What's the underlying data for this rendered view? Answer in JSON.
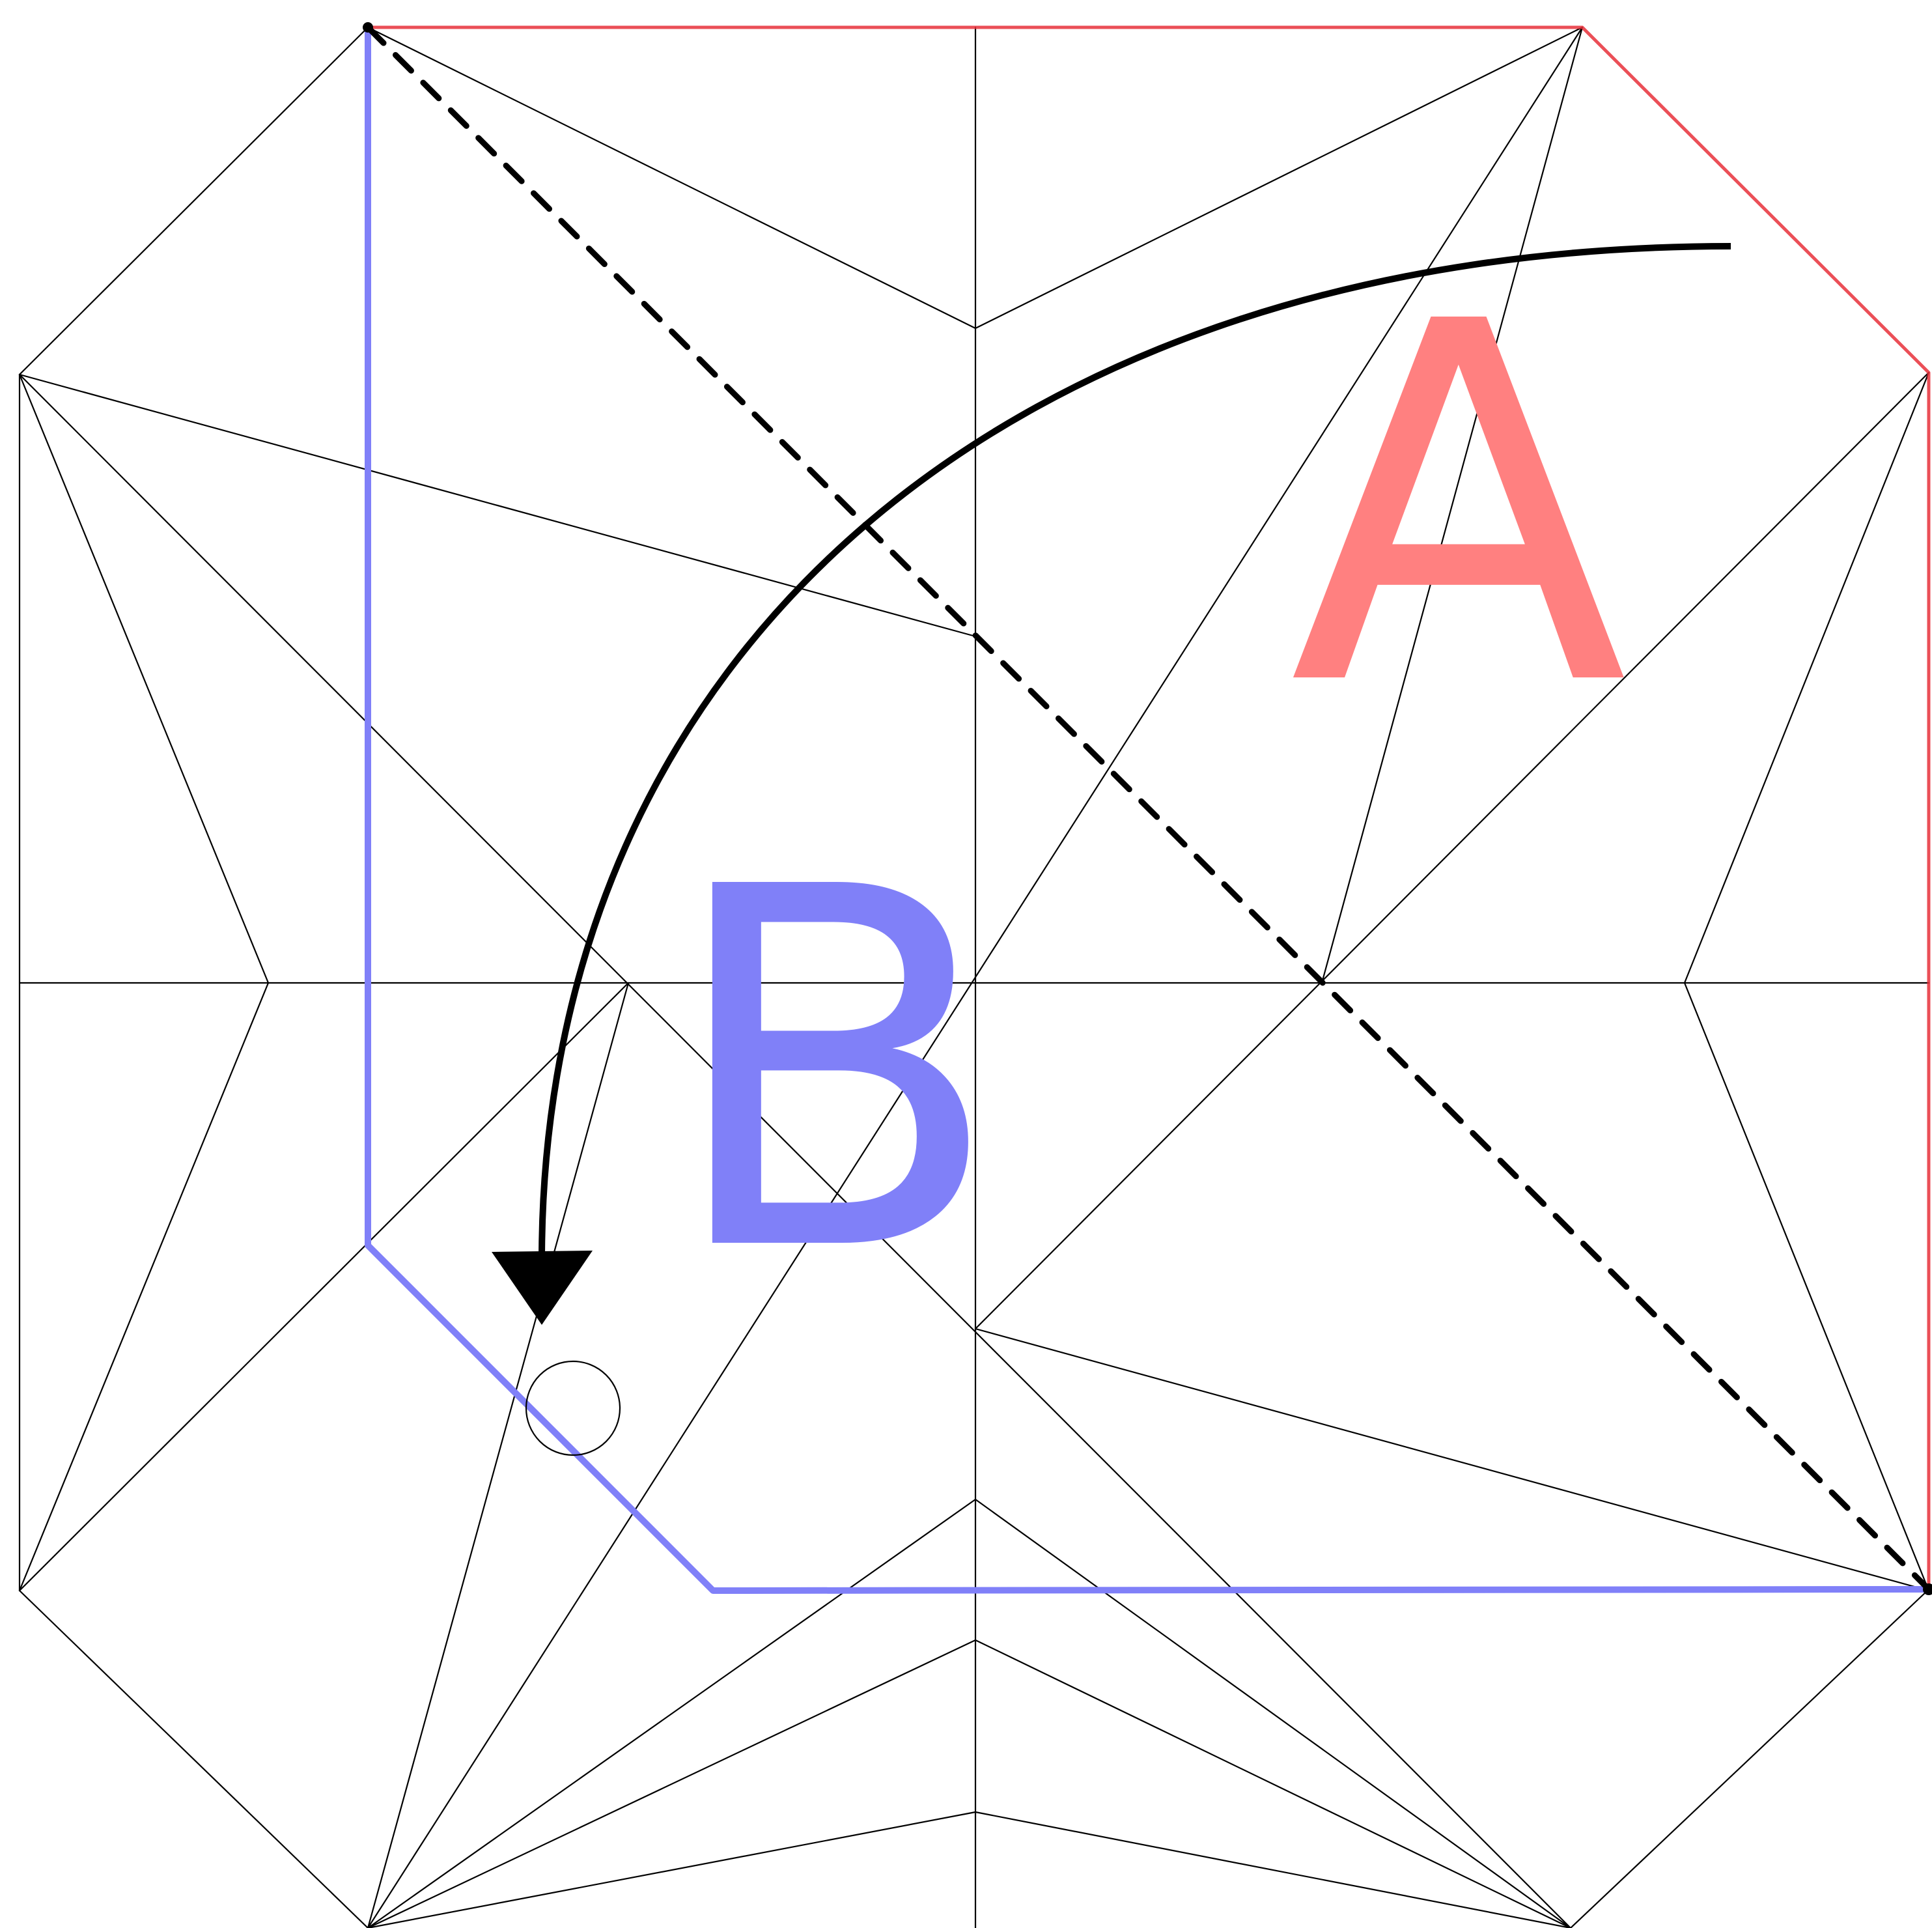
{
  "labels": {
    "region_a": "A",
    "region_b": "B"
  },
  "colors": {
    "background": "#ffffff",
    "crease_lines": "#000000",
    "fold_line": "#000000",
    "fold_arrow": "#000000",
    "region_a_outline": "#e8303a",
    "region_a_label": "#ff8080",
    "region_b_outline": "#8080f8",
    "region_b_label": "#8080f8",
    "marker_circle": "#000000"
  },
  "icons": {
    "fold_arrow": "curved-arrow-icon",
    "reference_marker": "circle-marker-icon",
    "fold_line": "dashed-valley-fold-line"
  }
}
